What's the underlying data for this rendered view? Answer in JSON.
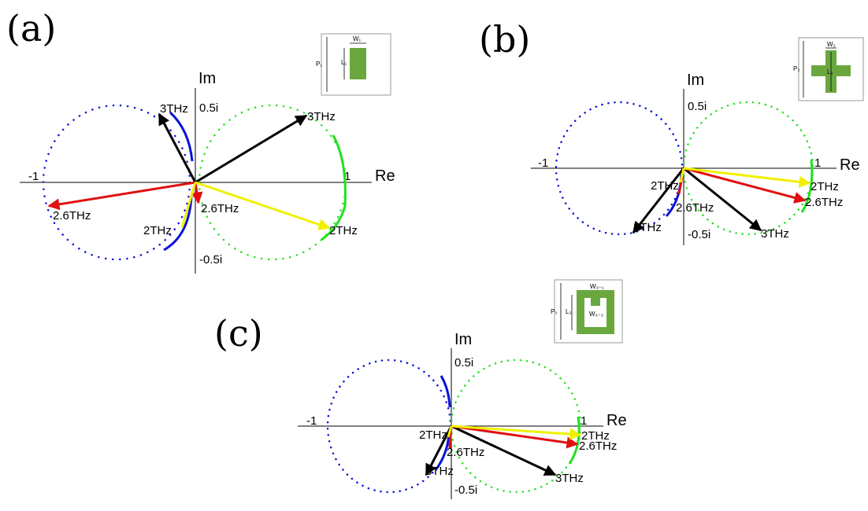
{
  "colors": {
    "blue": "#0a12d8",
    "green": "#22e022",
    "red": "#e01010",
    "yellow": "#f0f000",
    "black": "#000000",
    "inset_fill": "#6aa83f"
  },
  "panels": [
    {
      "label": "(a)",
      "axis_x": "Re",
      "axis_y": "Im",
      "ticks": {
        "pos_real": "1",
        "neg_real": "-1",
        "pos_imag": "0.5i",
        "neg_imag": "-0.5i"
      },
      "inset": {
        "type": "rectangle",
        "labels": [
          "W₁",
          "L₁",
          "P₁"
        ]
      },
      "vectors": [
        {
          "color": "black",
          "label": "3THz",
          "re": -0.32,
          "im": 0.47
        },
        {
          "color": "black",
          "label": "3THz",
          "re": 0.76,
          "im": 0.46
        },
        {
          "color": "red",
          "label": "2.6THz",
          "re": -1.02,
          "im": -0.16
        },
        {
          "color": "red",
          "label": "2.6THz",
          "re": 0.02,
          "im": -0.14
        },
        {
          "color": "yellow",
          "label": "2THz",
          "re": 0.92,
          "im": -0.31
        },
        {
          "color": "yellow",
          "label": "2THz",
          "re": -0.09,
          "im": -0.31
        }
      ]
    },
    {
      "label": "(b)",
      "axis_x": "Re",
      "axis_y": "Im",
      "ticks": {
        "pos_real": "1",
        "neg_real": "-1",
        "pos_imag": "0.5i",
        "neg_imag": "-0.5i"
      },
      "inset": {
        "type": "cross",
        "labels": [
          "W₂",
          "L₂",
          "P₂"
        ]
      },
      "vectors": [
        {
          "color": "black",
          "label": "3THz",
          "re": -0.36,
          "im": -0.51
        },
        {
          "color": "black",
          "label": "3THz",
          "re": 0.56,
          "im": -0.45
        },
        {
          "color": "red",
          "label": "2.6THz",
          "re": 0.87,
          "im": -0.23
        },
        {
          "color": "red",
          "label": "2.6THz",
          "re": -0.03,
          "im": -0.2
        },
        {
          "color": "yellow",
          "label": "2THz",
          "re": 0.9,
          "im": -0.1
        },
        {
          "color": "yellow",
          "label": "2THz",
          "re": -0.02,
          "im": -0.08
        }
      ]
    },
    {
      "label": "(c)",
      "axis_x": "Re",
      "axis_y": "Im",
      "ticks": {
        "pos_real": "1",
        "neg_real": "-1",
        "pos_imag": "0.5i",
        "neg_imag": "-0.5i"
      },
      "inset": {
        "type": "split-ring",
        "labels": [
          "W₃₋₁",
          "W₃₋₂",
          "L₃",
          "P₃"
        ]
      },
      "vectors": [
        {
          "color": "black",
          "label": "3THz",
          "re": -0.16,
          "im": -0.43
        },
        {
          "color": "black",
          "label": "3THz",
          "re": 0.74,
          "im": -0.41
        },
        {
          "color": "red",
          "label": "2.6THz",
          "re": 0.86,
          "im": -0.19
        },
        {
          "color": "red",
          "label": "2.6THz",
          "re": -0.01,
          "im": -0.16
        },
        {
          "color": "yellow",
          "label": "2THz",
          "re": 0.9,
          "im": -0.07
        },
        {
          "color": "yellow",
          "label": "2THz",
          "re": -0.02,
          "im": -0.06
        }
      ]
    }
  ]
}
